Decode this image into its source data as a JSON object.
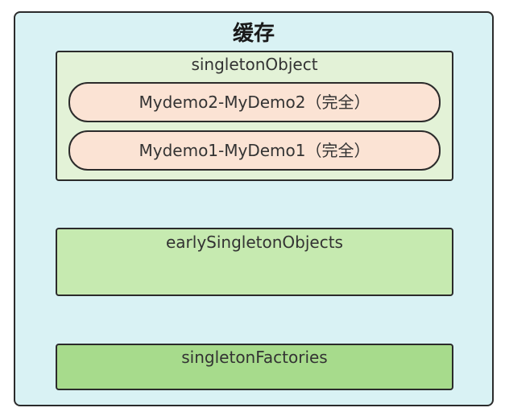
{
  "cache": {
    "title": "缓存"
  },
  "stores": {
    "singleton_objects": {
      "label": "singletonObject",
      "beans": [
        {
          "label": "Mydemo2-MyDemo2（完全）"
        },
        {
          "label": "Mydemo1-MyDemo1（完全）"
        }
      ]
    },
    "early_singleton_objects": {
      "label": "earlySingletonObjects"
    },
    "singleton_factories": {
      "label": "singletonFactories"
    }
  },
  "colors": {
    "cache_bg": "#d9f2f4",
    "singleton_bg": "#e3f2d7",
    "bean_bg": "#fbe3d4",
    "early_bg": "#c6eab0",
    "factories_bg": "#a7db8c",
    "border": "#2b2b2b"
  }
}
